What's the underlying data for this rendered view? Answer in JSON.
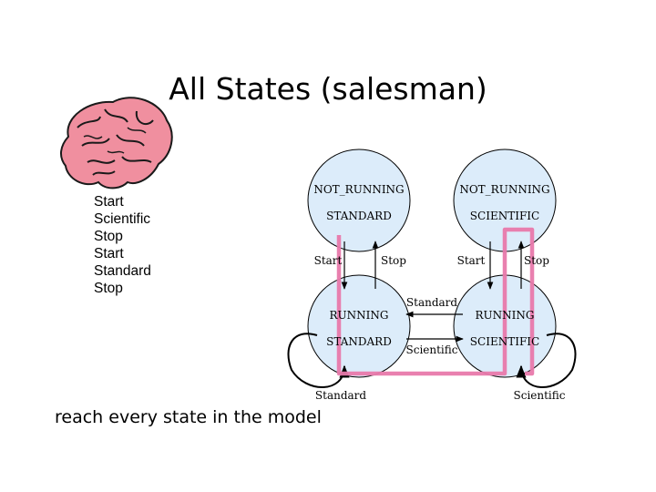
{
  "slide": {
    "title": "All States (salesman)",
    "sequence": [
      "Start",
      "Scientific",
      "Stop",
      "Start",
      "Standard",
      "Stop"
    ],
    "footer": "reach every state in the model"
  },
  "diagram": {
    "states": {
      "nr_standard": {
        "line1": "NOT_RUNNING",
        "line2": "STANDARD"
      },
      "nr_scientific": {
        "line1": "NOT_RUNNING",
        "line2": "SCIENTIFIC"
      },
      "r_standard": {
        "line1": "RUNNING",
        "line2": "STANDARD"
      },
      "r_scientific": {
        "line1": "RUNNING",
        "line2": "SCIENTIFIC"
      }
    },
    "transitions": {
      "start_left": "Start",
      "stop_left": "Stop",
      "start_right": "Start",
      "stop_right": "Stop",
      "to_standard": "Standard",
      "to_scientific": "Scientific",
      "self_standard": "Standard",
      "self_scientific": "Scientific"
    },
    "colors": {
      "state_fill": "#dcecfa",
      "path_highlight": "#e879ab",
      "brain": "#f08f9f"
    },
    "icons": [
      "brain-icon"
    ]
  }
}
